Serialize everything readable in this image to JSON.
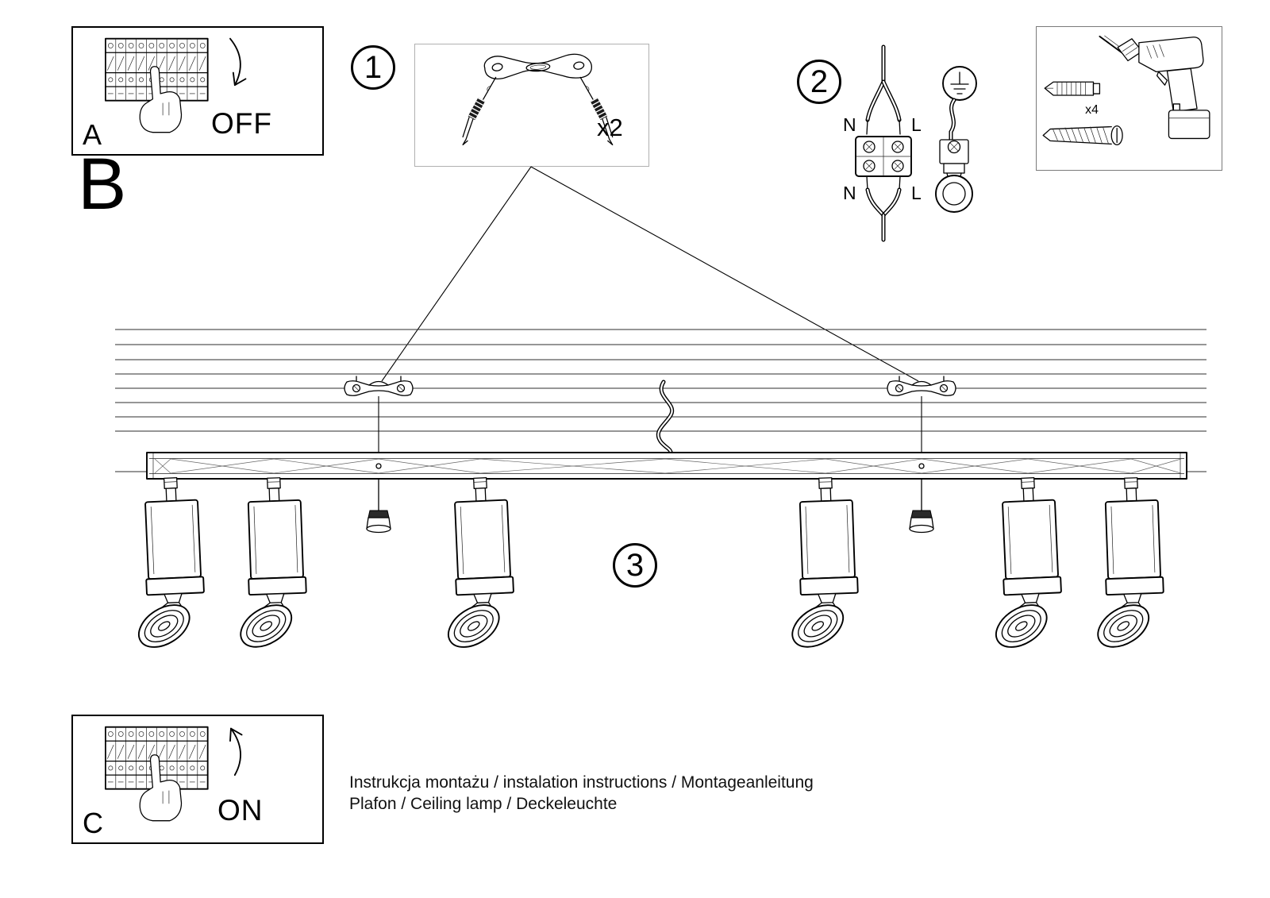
{
  "panels": {
    "a": {
      "letter": "A",
      "state": "OFF"
    },
    "b": {
      "letter": "B"
    },
    "c": {
      "letter": "C",
      "state": "ON"
    }
  },
  "steps": {
    "s1": {
      "number": "1",
      "quantity": "x2"
    },
    "s2": {
      "number": "2",
      "n_top": "N",
      "l_top": "L",
      "n_bottom": "N",
      "l_bottom": "L"
    },
    "s3": {
      "number": "3"
    }
  },
  "tools": {
    "anchor_quantity": "x4"
  },
  "footer": {
    "line1": "Instrukcja montażu / instalation instructions / Montageanleitung",
    "line2": "Plafon / Ceiling lamp / Deckeleuchte"
  }
}
